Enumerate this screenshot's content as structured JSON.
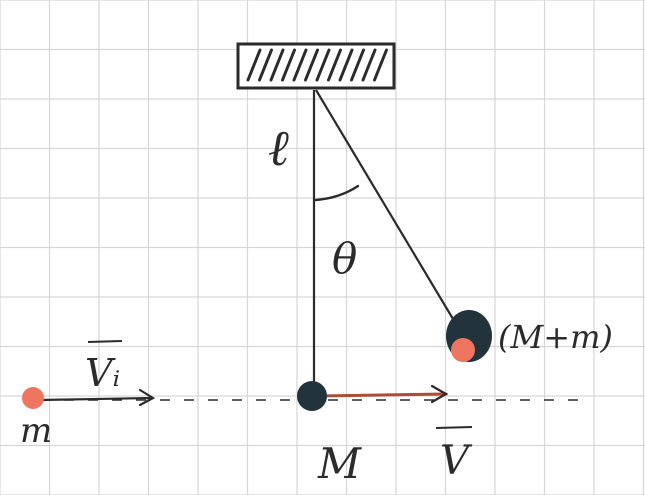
{
  "diagram": {
    "labels": {
      "length": "ℓ",
      "angle": "θ",
      "initial_velocity": "Vᵢ",
      "small_mass": "m",
      "big_mass": "M",
      "final_velocity": "V",
      "combined_mass": "(M+m)"
    },
    "colors": {
      "ink": "#2b2b2b",
      "grid": "#d6d6d6",
      "bob": "#22333b",
      "projectile": "#ee7560",
      "arrow_red": "#b04a3a"
    }
  }
}
